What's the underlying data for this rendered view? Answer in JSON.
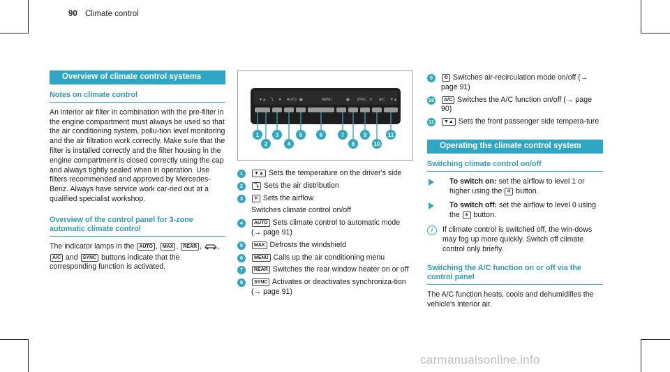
{
  "header": {
    "page_number": "90",
    "chapter": "Climate control"
  },
  "col1": {
    "banner": "Overview of climate control systems",
    "notes_heading": "Notes on climate control",
    "notes_text": "An interior air filter in combination with the pre-filter in the engine compartment must always be used so that the air conditioning system, pollu-tion level monitoring and the air filtration work correctly. Make sure that the filter is installed correctly and the filter housing in the engine compartment is closed correctly using the cap and always tightly sealed when in operation. Use filters recommended and approved by Mercedes-Benz. Always have service work car-ried out at a qualified specialist workshop.",
    "overview_heading": "Overview of the control panel for 3-zone automatic climate control",
    "indicator_prefix": "The indicator lamps in the",
    "indicator_and": "and",
    "indicator_suffix": "buttons indicate that the corresponding function is activated.",
    "icons": {
      "auto": "AUTO",
      "max": "MAX",
      "rear": "REAR",
      "recirc": "car-recirc-icon",
      "ac": "A/C",
      "sync": "SYNC"
    }
  },
  "figure": {
    "panel_labels": [
      "AUTO",
      "MENU",
      "SYNC",
      "A/C"
    ],
    "callouts": [
      "1",
      "2",
      "3",
      "4",
      "5",
      "6",
      "7",
      "8",
      "9",
      "10",
      "11"
    ]
  },
  "legend": [
    {
      "n": "1",
      "icon": "▼▲",
      "text": "Sets the temperature on the driver's side"
    },
    {
      "n": "2",
      "icon": "⤵",
      "text": "Sets the air distribution"
    },
    {
      "n": "3",
      "icon": "❄",
      "text": "Sets the airflow"
    },
    {
      "n": "",
      "icon": "",
      "text": "Switches climate control on/off"
    },
    {
      "n": "4",
      "icon": "AUTO",
      "text": "Sets climate control to automatic mode (→ page 91)"
    },
    {
      "n": "5",
      "icon": "MAX",
      "text": "Defrosts the windshield"
    },
    {
      "n": "6",
      "icon": "MENU",
      "text": "Calls up the air conditioning menu"
    },
    {
      "n": "7",
      "icon": "REAR",
      "text": "Switches the rear window heater on or off"
    },
    {
      "n": "8",
      "icon": "SYNC",
      "text": "Activates or deactivates synchroniza-tion (→ page 91)"
    },
    {
      "n": "9",
      "icon": "⟲",
      "text": "Switches air-recirculation mode on/off (→ page 91)"
    },
    {
      "n": "10",
      "icon": "A/C",
      "text": "Switches the A/C function on/off (→ page 90)"
    },
    {
      "n": "11",
      "icon": "▼▲",
      "text": "Sets the front passenger side tempera-ture"
    }
  ],
  "col3": {
    "banner": "Operating the climate control system",
    "switching_heading": "Switching climate control on/off",
    "on_label": "To switch on:",
    "on_text": "set the airflow to level 1 or higher using the",
    "on_suffix": "button.",
    "off_label": "To switch off:",
    "off_text": "set the airflow to level 0 using the",
    "off_suffix": "button.",
    "airflow_icon": "❄",
    "info_text": "If climate control is switched off, the win-dows may fog up more quickly. Switch off climate control only briefly.",
    "ac_heading": "Switching the A/C function on or off via the control panel",
    "ac_text": "The A/C function heats, cools and dehumidifies the vehicle's interior air."
  },
  "watermark": "carmanualsonline.info"
}
